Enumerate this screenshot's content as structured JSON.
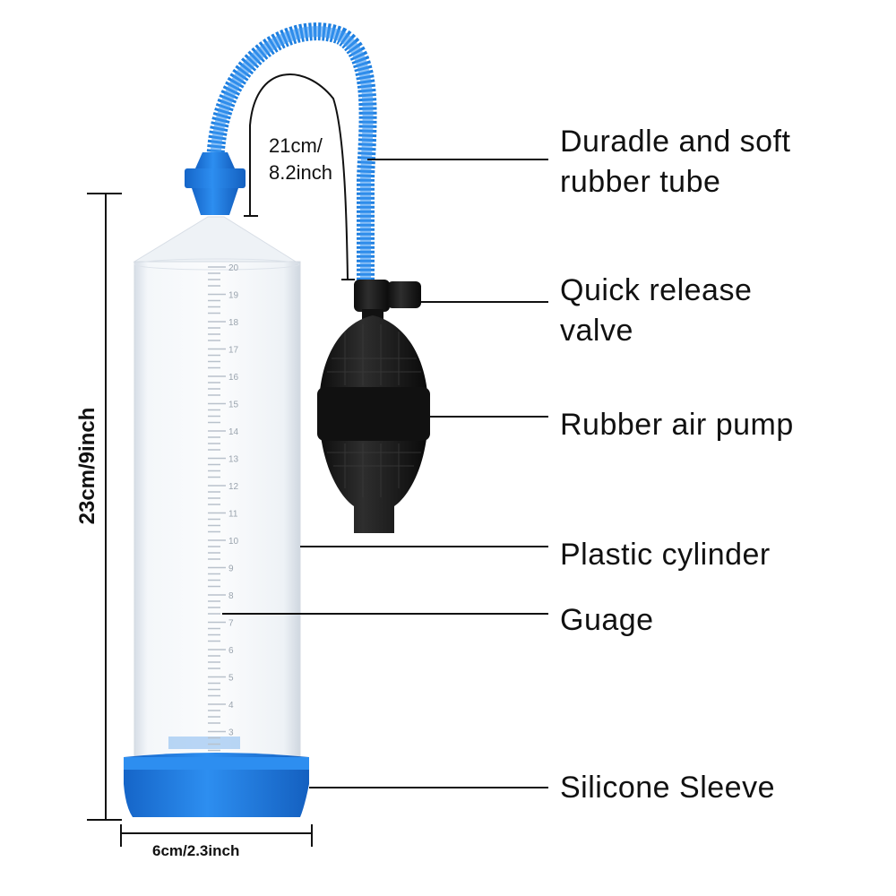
{
  "labels": {
    "tube": [
      "Duradle and soft",
      "rubber tube"
    ],
    "valve": [
      "Quick release",
      "valve"
    ],
    "pump": "Rubber air pump",
    "cylinder": "Plastic cylinder",
    "gauge": "Guage",
    "sleeve": "Silicone Sleeve"
  },
  "dimensions": {
    "tube_length": [
      "21cm/",
      "8.2inch"
    ],
    "height": "23cm/9inch",
    "width": "6cm/2.3inch"
  },
  "gauge_numbers": [
    "20",
    "19",
    "18",
    "17",
    "16",
    "15",
    "14",
    "13",
    "12",
    "11",
    "10",
    "9",
    "8",
    "7",
    "6",
    "5",
    "4",
    "3"
  ],
  "colors": {
    "blue": "#1e7fe0",
    "black": "#1a1a1a"
  }
}
